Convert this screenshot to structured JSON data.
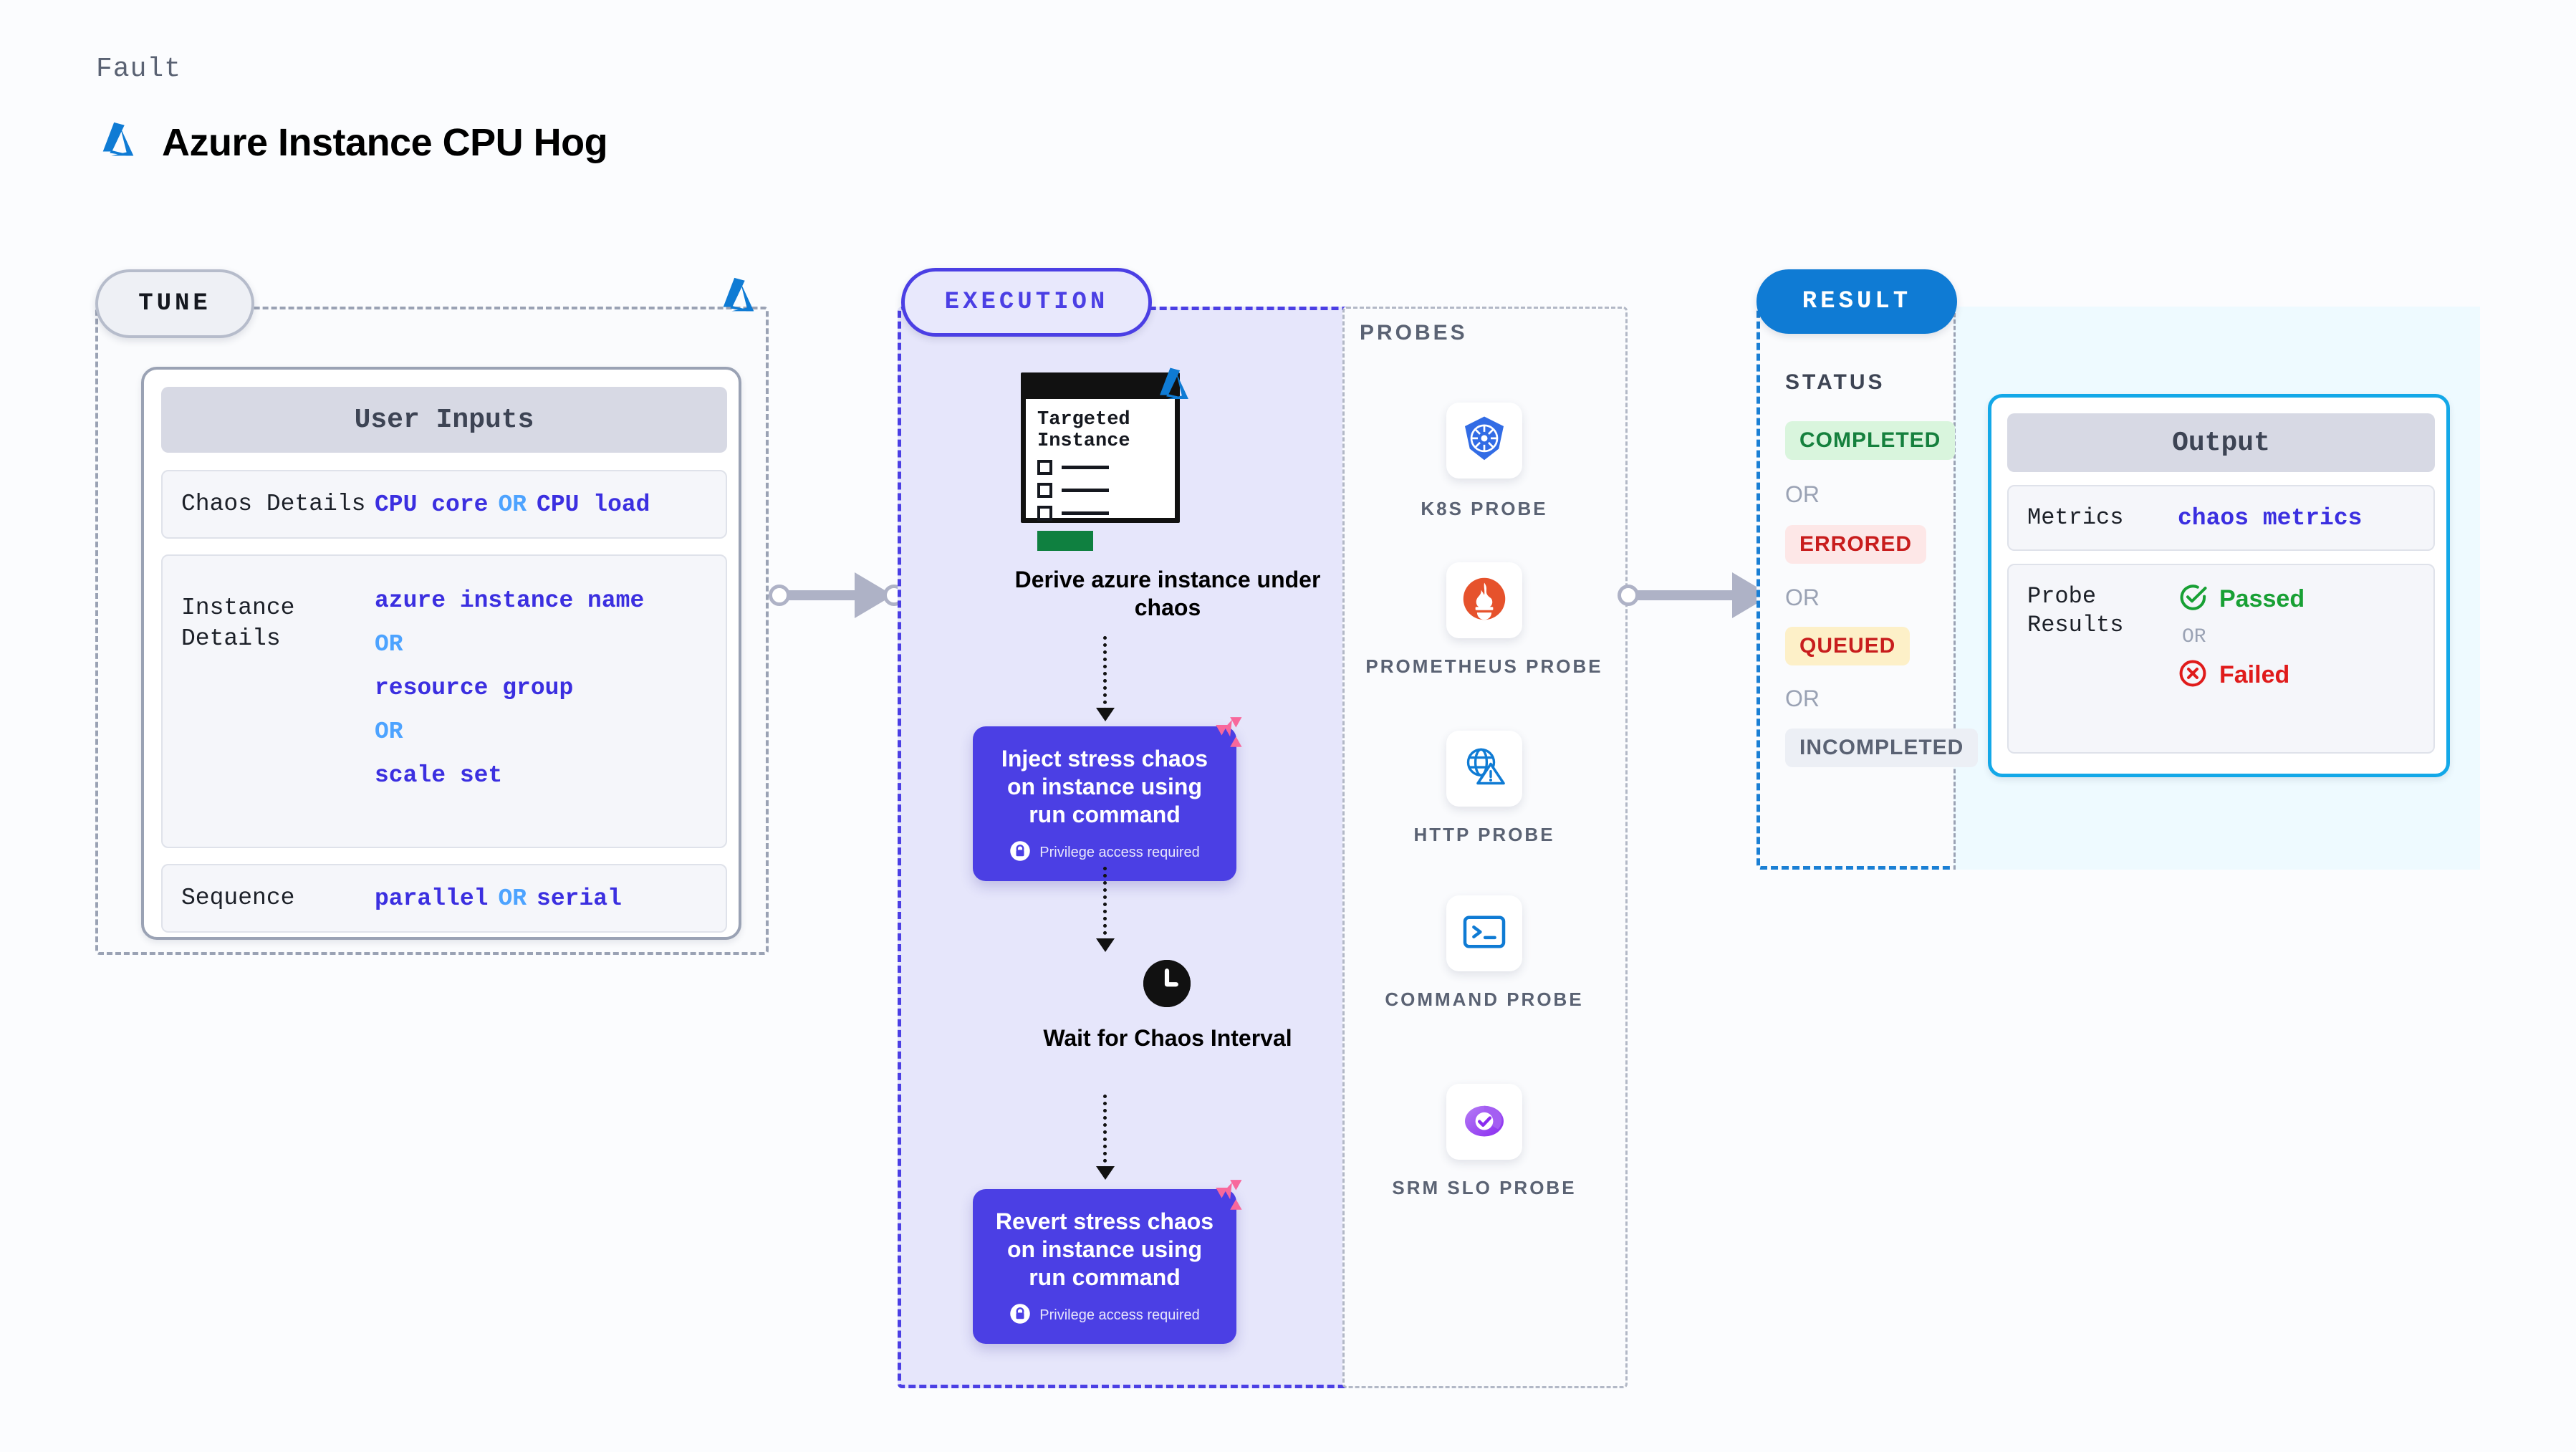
{
  "header": {
    "kicker": "Fault",
    "title": "Azure Instance CPU Hog",
    "logo_icon": "azure-logo-icon",
    "brand_color": "#0f7bd4"
  },
  "tune": {
    "badge": "TUNE",
    "corner_icon": "azure-logo-icon",
    "card": {
      "title": "User Inputs",
      "rows": [
        {
          "key": "Chaos Details",
          "values": [
            "CPU core",
            "CPU load"
          ],
          "separator": "OR",
          "inline": true
        },
        {
          "key": "Instance\nDetails",
          "values": [
            "azure instance name",
            "resource group",
            "scale set"
          ],
          "separator": "OR",
          "inline": false
        },
        {
          "key": "Sequence",
          "values": [
            "parallel",
            "serial"
          ],
          "separator": "OR",
          "inline": true
        }
      ]
    }
  },
  "execution": {
    "badge": "EXECUTION",
    "target_card": {
      "title": "Targeted\nInstance",
      "checkbox_rows": 3,
      "overlay_icon": "azure-logo-icon",
      "accent_color": "#0f8040"
    },
    "steps": [
      {
        "caption": "Derive azure instance\nunder chaos"
      },
      {
        "caption": "Wait for Chaos\nInterval",
        "icon": "clock-icon"
      }
    ],
    "chaos_boxes": [
      {
        "title": "Inject stress chaos\non instance using\nrun command",
        "privilege": "Privilege access required",
        "privilege_icon": "lock-icon",
        "badge_icon": "litmus-logo-icon"
      },
      {
        "title": "Revert stress chaos\non instance using\nrun command",
        "privilege": "Privilege access required",
        "privilege_icon": "lock-icon",
        "badge_icon": "litmus-logo-icon"
      }
    ]
  },
  "probes": {
    "label": "PROBES",
    "items": [
      {
        "label": "K8S PROBE",
        "icon": "kubernetes-icon"
      },
      {
        "label": "PROMETHEUS\nPROBE",
        "icon": "prometheus-icon"
      },
      {
        "label": "HTTP PROBE",
        "icon": "http-globe-warning-icon"
      },
      {
        "label": "COMMAND\nPROBE",
        "icon": "terminal-icon"
      },
      {
        "label": "SRM SLO\nPROBE",
        "icon": "srm-slo-donut-icon"
      }
    ]
  },
  "result": {
    "badge": "RESULT",
    "status_label": "STATUS",
    "separator": "OR",
    "statuses": [
      {
        "label": "COMPLETED",
        "text_color": "#15803d",
        "bg_color": "#d9f5dd"
      },
      {
        "label": "ERRORED",
        "text_color": "#c81d1d",
        "bg_color": "#fde7e7"
      },
      {
        "label": "QUEUED",
        "text_color": "#c81d1d",
        "bg_color": "#fdf0c8"
      },
      {
        "label": "INCOMPLETED",
        "text_color": "#5a6273",
        "bg_color": "#eceff5"
      }
    ],
    "output_card": {
      "title": "Output",
      "metrics_key": "Metrics",
      "metrics_value": "chaos metrics",
      "probe_key": "Probe\nResults",
      "probe_pass": "Passed",
      "probe_fail": "Failed",
      "probe_separator": "OR",
      "pass_color": "#18a034",
      "fail_color": "#e01b1b"
    }
  }
}
